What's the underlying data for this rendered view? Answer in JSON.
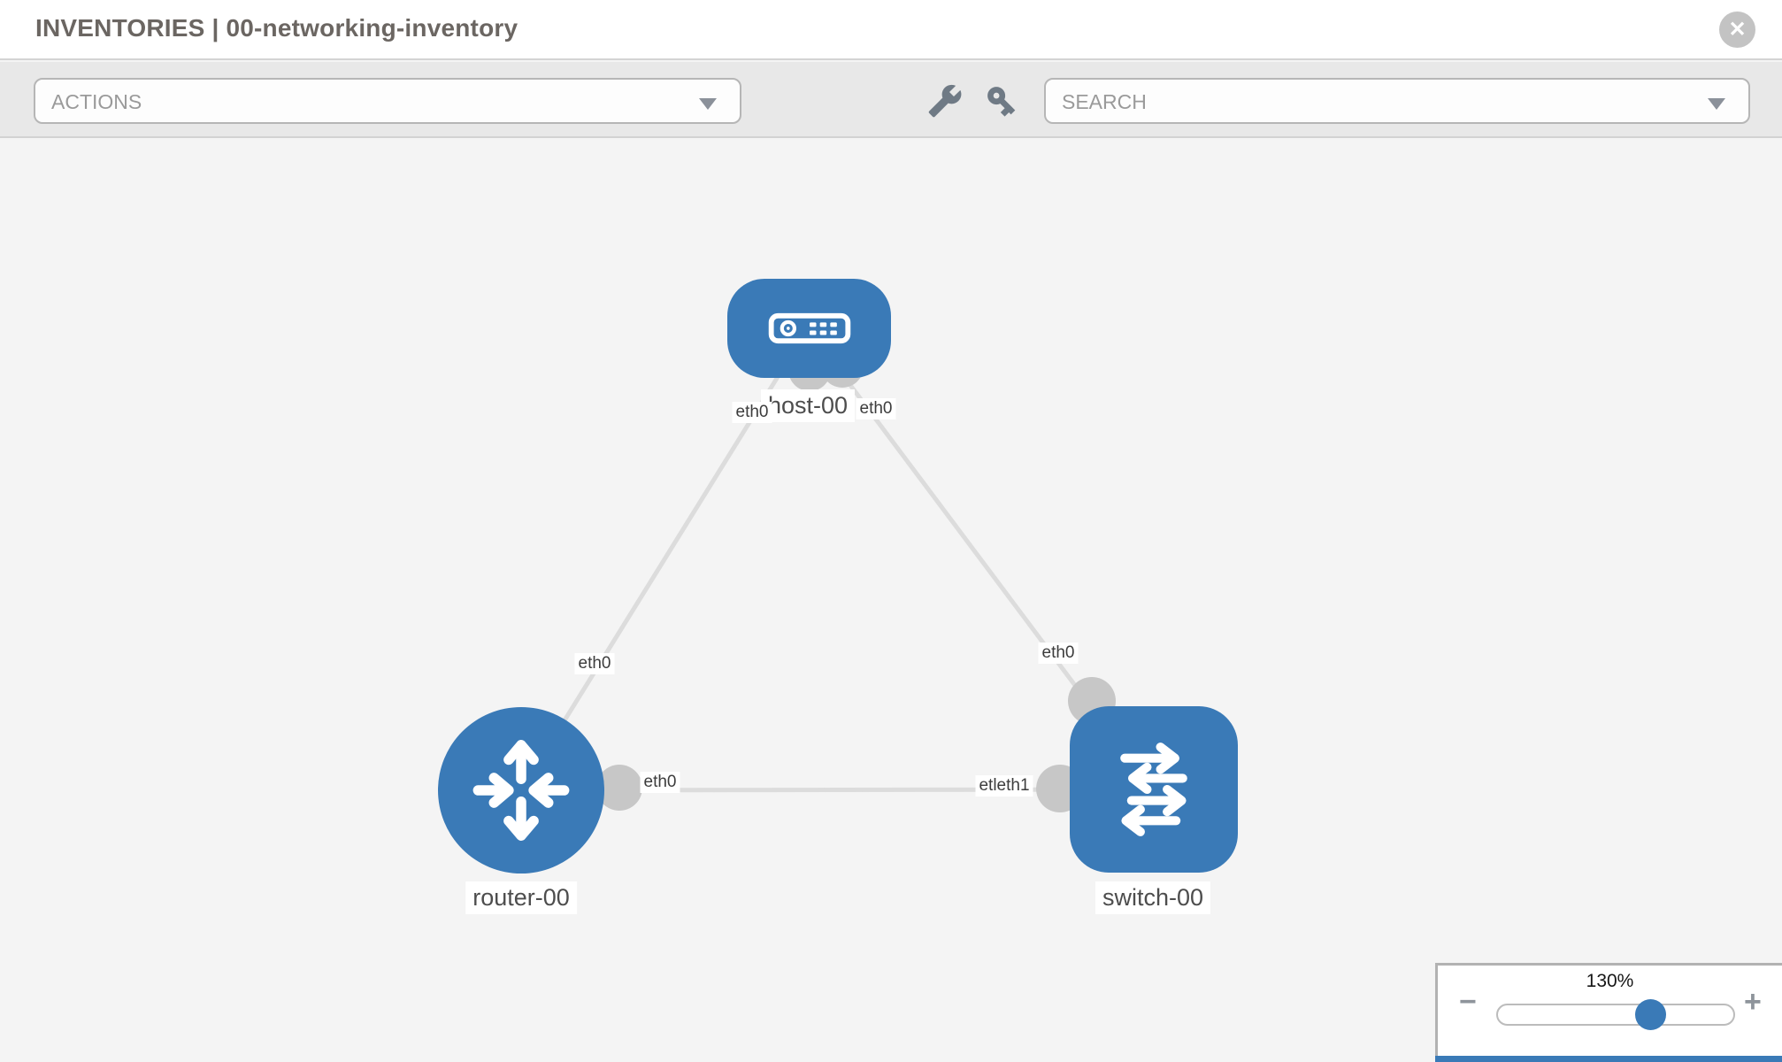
{
  "header": {
    "title": "INVENTORIES | 00-networking-inventory",
    "close_glyph": "✕"
  },
  "toolbar": {
    "actions_label": "ACTIONS",
    "search_label": "SEARCH",
    "icons": [
      "wrench-icon",
      "key-icon"
    ]
  },
  "topology": {
    "node_labels": {
      "host": "host-00",
      "router": "router-00",
      "switch": "switch-00"
    },
    "node_types": [
      "host",
      "router",
      "switch"
    ],
    "interface_labels": {
      "host_left": "eth0",
      "host_right": "eth0",
      "router_line": "eth0",
      "switch_line": "eth0",
      "router_port": "eth0",
      "switch_port": "etleth1"
    },
    "links": [
      {
        "from": "host-00",
        "to": "router-00"
      },
      {
        "from": "host-00",
        "to": "switch-00"
      },
      {
        "from": "router-00",
        "to": "switch-00"
      }
    ],
    "colors": {
      "node_blue": "#3a7ab7",
      "link_gray": "#dcdcdc",
      "port_gray": "#c7c7c7",
      "canvas_bg": "#f4f4f4"
    }
  },
  "zoom_control": {
    "value": "130%",
    "minus_glyph": "−",
    "plus_glyph": "+",
    "thumb_percent": 64
  }
}
